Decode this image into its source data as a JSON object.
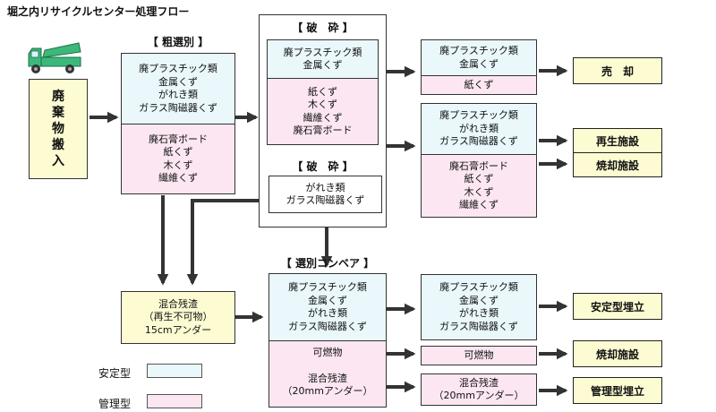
{
  "title": "堀之内リサイクルセンター処理フロー",
  "colors": {
    "stable": "#eaf8fc",
    "managed": "#fbe6f1",
    "intake": "#fdfbd2",
    "arrow": "#333333",
    "truck": "#3cb97a"
  },
  "intake": {
    "icon": "dump-truck-icon",
    "lines": [
      "廃",
      "棄",
      "物",
      "搬",
      "入"
    ]
  },
  "rough_sort": {
    "label": "【 粗選別 】",
    "upper": [
      "廃プラスチック類",
      "金属くず",
      "がれき類",
      "ガラス陶磁器くず"
    ],
    "lower": [
      "廃石膏ボード",
      "紙くず",
      "木くず",
      "繊維くず"
    ]
  },
  "crush1": {
    "label": "【 破　砕 】",
    "upper": [
      "廃プラスチック類",
      "金属くず"
    ],
    "lower": [
      "紙くず",
      "木くず",
      "繊維くず",
      "廃石膏ボード"
    ]
  },
  "crush2": {
    "label": "【 破　砕 】",
    "items": [
      "がれき類",
      "ガラス陶磁器くず"
    ]
  },
  "sale_group": {
    "upper": [
      "廃プラスチック類",
      "金属くず"
    ],
    "lower": [
      "紙くず"
    ]
  },
  "recycle_group": {
    "upper": [
      "廃プラスチック類",
      "がれき類",
      "ガラス陶磁器くず"
    ],
    "lower": [
      "廃石膏ボード",
      "紙くず",
      "木くず",
      "繊維くず"
    ]
  },
  "mixed_residue": {
    "lines": [
      "混合残渣",
      "（再生不可物）",
      "15cmアンダー"
    ]
  },
  "conveyor": {
    "label": "【 選別コンベア 】",
    "upper": [
      "廃プラスチック類",
      "金属くず",
      "がれき類",
      "ガラス陶磁器くず"
    ],
    "middle": [
      "可燃物"
    ],
    "lower": [
      "混合残渣",
      "（20mmアンダー）"
    ]
  },
  "conv_out_stable": [
    "廃プラスチック類",
    "金属くず",
    "がれき類",
    "ガラス陶磁器くず"
  ],
  "conv_out_combust": [
    "可燃物"
  ],
  "conv_out_residue": [
    "混合残渣",
    "（20mmアンダー）"
  ],
  "outputs": {
    "sale": "売　却",
    "recycle": "再生施設",
    "incinerate1": "焼却施設",
    "stable_landfill": "安定型埋立",
    "incinerate2": "焼却施設",
    "managed_landfill": "管理型埋立"
  },
  "legend": {
    "stable": "安定型",
    "managed": "管理型"
  }
}
